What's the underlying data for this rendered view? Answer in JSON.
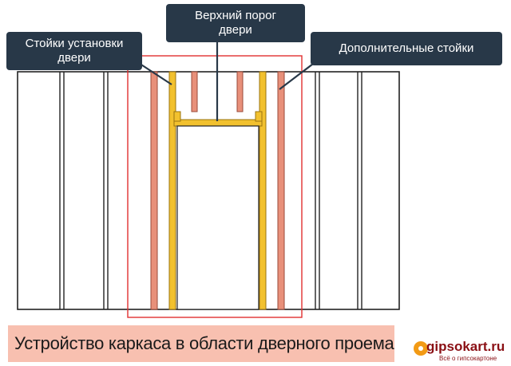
{
  "callouts": {
    "door_studs": "Стойки установки\nдвери",
    "top_header": "Верхний порог\nдвери",
    "extra_studs": "Дополнительные стойки"
  },
  "caption": "Устройство каркаса в области дверного проема",
  "logo": {
    "name": "gipsokart.ru",
    "tagline": "Всё о гипсокартоне"
  },
  "colors": {
    "callout_bg": "#283848",
    "caption_bg": "#f8c0b0",
    "door_stud": "#f2c12e",
    "extra_stud": "#e8907a",
    "highlight_frame": "#e03030",
    "logo_accent": "#f29a14",
    "logo_text": "#8a0f14"
  }
}
